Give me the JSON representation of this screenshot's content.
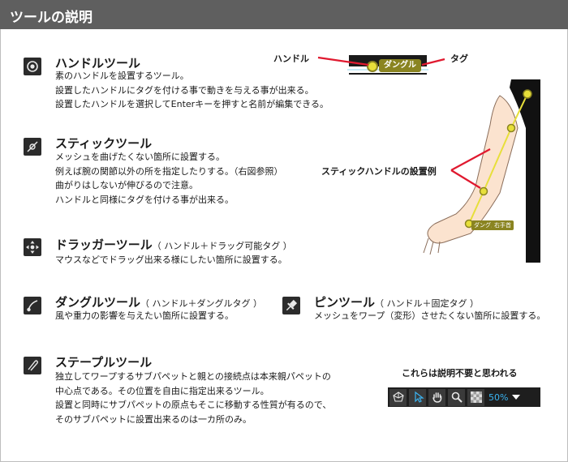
{
  "header": {
    "title": "ツールの説明"
  },
  "tools": {
    "handle": {
      "icon": "handle-circle-icon",
      "title": "ハンドルツール",
      "lines": [
        "素のハンドルを設置するツール。",
        "設置したハンドルにタグを付ける事で動きを与える事が出来る。",
        "設置したハンドルを選択してEnterキーを押すと名前が編集できる。"
      ]
    },
    "stick": {
      "icon": "stick-tool-icon",
      "title": "スティックツール",
      "lines": [
        "メッシュを曲げたくない箇所に設置する。",
        "例えば腕の関節以外の所を指定したりする。（右図参照）",
        "曲がりはしないが伸びるので注意。",
        "ハンドルと同様にタグを付ける事が出来る。"
      ]
    },
    "dragger": {
      "icon": "dragger-move-icon",
      "title": "ドラッガーツール",
      "note": "（ ハンドル＋ドラッグ可能タグ ）",
      "lines": [
        "マウスなどでドラッグ出来る様にしたい箇所に設置する。"
      ]
    },
    "dangle": {
      "icon": "dangle-curve-icon",
      "title": "ダングルツール",
      "note": "（ ハンドル＋ダングルタグ ）",
      "lines": [
        "風や重力の影響を与えたい箇所に設置する。"
      ]
    },
    "pin": {
      "icon": "pin-icon",
      "title": "ピンツール",
      "note": "（ ハンドル＋固定タグ ）",
      "lines": [
        "メッシュをワープ（変形）させたくない箇所に設置する。"
      ]
    },
    "staple": {
      "icon": "staple-tool-icon",
      "title": "ステープルツール",
      "lines": [
        "独立してワープするサブパペットと親との接続点は本来親パペットの",
        "中心点である。その位置を自由に指定出来るツール。",
        "設置と同時にサブパペットの原点もそこに移動する性質が有るので、",
        "そのサブパペットに設置出来るのは一カ所のみ。"
      ]
    }
  },
  "illustration": {
    "handle_label": "ハンドル",
    "tag_label": "タグ",
    "tag_text": "ダングル",
    "stick_example_label": "スティックハンドルの設置例",
    "arm_tag_1": "ダングル",
    "arm_tag_2": "右手首",
    "arm_top_tag": "",
    "accent_red": "#e0192f",
    "handle_yellow": "#e7df3a",
    "tag_olive": "#8a8421"
  },
  "toolbar": {
    "caption": "これらは説明不要と思われる",
    "icons": [
      "3d-rotate-icon",
      "pointer-arrow-icon",
      "hand-icon",
      "zoom-icon",
      "checker-icon"
    ],
    "zoom_value": "50%"
  }
}
